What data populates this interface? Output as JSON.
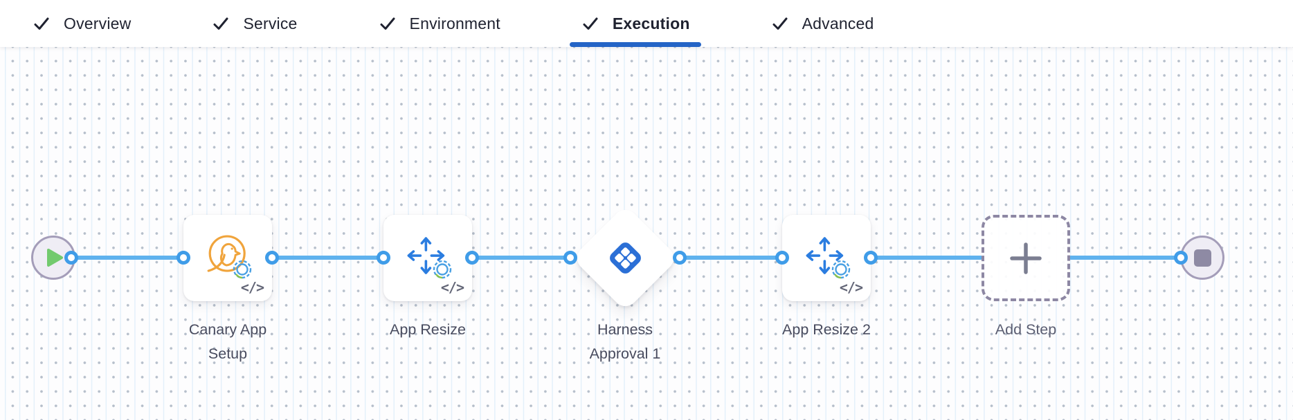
{
  "header": {
    "tabs": [
      {
        "label": "Overview",
        "completed": true,
        "active": false
      },
      {
        "label": "Service",
        "completed": true,
        "active": false
      },
      {
        "label": "Environment",
        "completed": true,
        "active": false
      },
      {
        "label": "Execution",
        "completed": true,
        "active": true
      },
      {
        "label": "Advanced",
        "completed": true,
        "active": false
      }
    ]
  },
  "canvas": {
    "nodes": [
      {
        "id": "start",
        "type": "start-node",
        "icon": "play-icon",
        "label": ""
      },
      {
        "id": "canary-app-setup",
        "type": "step",
        "icon": "canary-icon",
        "label": "Canary App Setup",
        "gear_badge": true,
        "code_badge": true
      },
      {
        "id": "app-resize",
        "type": "step",
        "icon": "resize-arrows-icon",
        "label": "App Resize",
        "gear_badge": true,
        "code_badge": true
      },
      {
        "id": "harness-approval-1",
        "type": "approval-diamond",
        "icon": "harness-logo-icon",
        "label": "Harness Approval 1"
      },
      {
        "id": "app-resize-2",
        "type": "step",
        "icon": "resize-arrows-icon",
        "label": "App Resize 2",
        "gear_badge": true,
        "code_badge": true
      },
      {
        "id": "add-step",
        "type": "add-placeholder",
        "icon": "plus-icon",
        "label": "Add Step"
      },
      {
        "id": "end",
        "type": "end-node",
        "icon": "stop-icon",
        "label": ""
      }
    ],
    "code_badge_text": "</>",
    "colors": {
      "connector_blue": "#5fb2ee",
      "port_ring_blue": "#3f9ce8",
      "active_tab_underline": "#2464c6",
      "step_icon_blue": "#2b7de0",
      "canary_orange": "#f0a43c",
      "harness_logo_blue": "#2b6fd6",
      "play_green": "#72ca6e",
      "stop_gray": "#8e8aa4",
      "label_text": "#484b5e",
      "tab_text": "#1f2230",
      "grid_dot": "#b6bfcb"
    }
  }
}
